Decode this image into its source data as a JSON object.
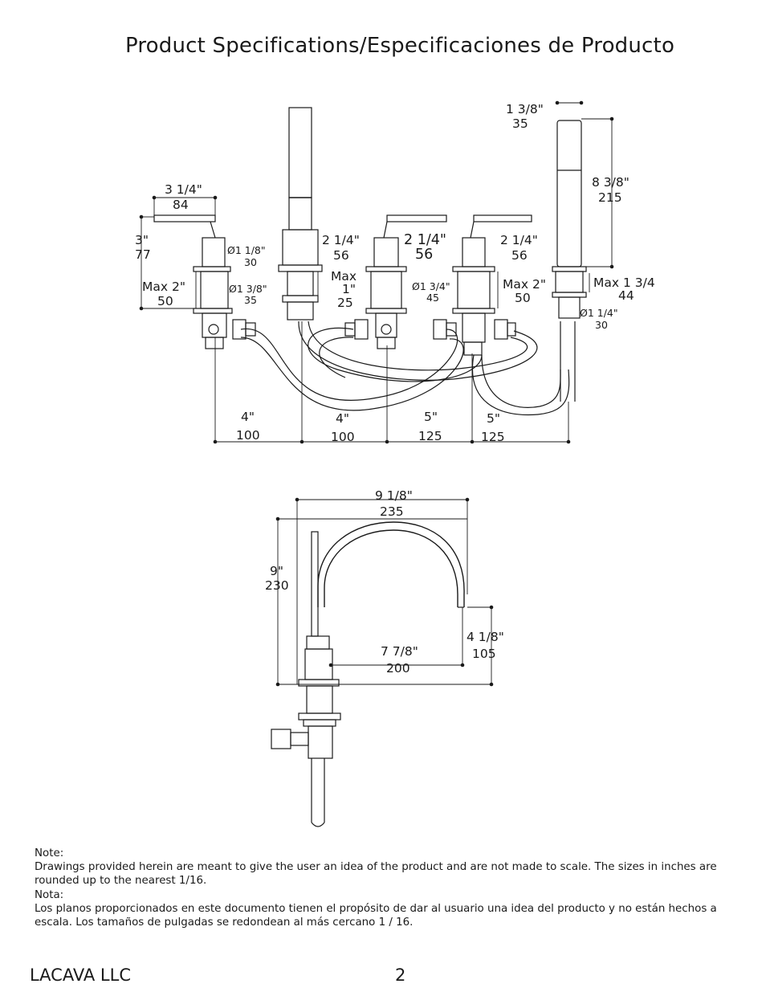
{
  "title": "Product Specifications/Especificaciones de Producto",
  "top_view": {
    "left_handle": {
      "width_in": "3 1/4\"",
      "width_mm": "84",
      "height_in": "3\"",
      "height_mm": "77",
      "max_in": "Max 2\"",
      "max_mm": "50",
      "dia_in": "Ø1 3/8\"",
      "dia_mm": "35"
    },
    "spout": {
      "dia_in": "Ø1 1/8\"",
      "dia_mm": "30",
      "max_l1": "Max",
      "max_l2": "1\"",
      "max_mm": "25",
      "h_in": "2 1/4\"",
      "h_mm": "56"
    },
    "center_handle": {
      "h_in": "2 1/4\"",
      "h_mm": "56",
      "dia_in": "Ø1 3/4\"",
      "dia_mm": "45"
    },
    "right_handle": {
      "h_in": "2 1/4\"",
      "h_mm": "56",
      "max_in": "Max 2\"",
      "max_mm": "50"
    },
    "handshower": {
      "width_in": "1 3/8\"",
      "width_mm": "35",
      "length_in": "8 3/8\"",
      "length_mm": "215",
      "max_in": "Max 1 3/4",
      "max_mm": "44",
      "dia_in": "Ø1 1/4\"",
      "dia_mm": "30"
    },
    "spacing": [
      {
        "in": "4\"",
        "mm": "100"
      },
      {
        "in": "4\"",
        "mm": "100"
      },
      {
        "in": "5\"",
        "mm": "125"
      },
      {
        "in": "5\"",
        "mm": "125"
      }
    ]
  },
  "side_view": {
    "reach_in": "9 1/8\"",
    "reach_mm": "235",
    "height_in": "9\"",
    "height_mm": "230",
    "drop_in": "4 1/8\"",
    "drop_mm": "105",
    "spout_to_center_in": "7 7/8\"",
    "spout_to_center_mm": "200"
  },
  "note": {
    "en_heading": "Note:",
    "en_text": "Drawings provided herein are meant to give the user an idea of the product and are not made to scale. The sizes in inches are rounded up to the nearest 1/16.",
    "es_heading": "Nota:",
    "es_text": "Los planos proporcionados en este documento tienen el propósito de dar al usuario una idea del producto y no están hechos a escala. Los tamaños de pulgadas se redondean al más cercano 1 / 16."
  },
  "footer": {
    "company": "LACAVA LLC",
    "page": "2"
  }
}
